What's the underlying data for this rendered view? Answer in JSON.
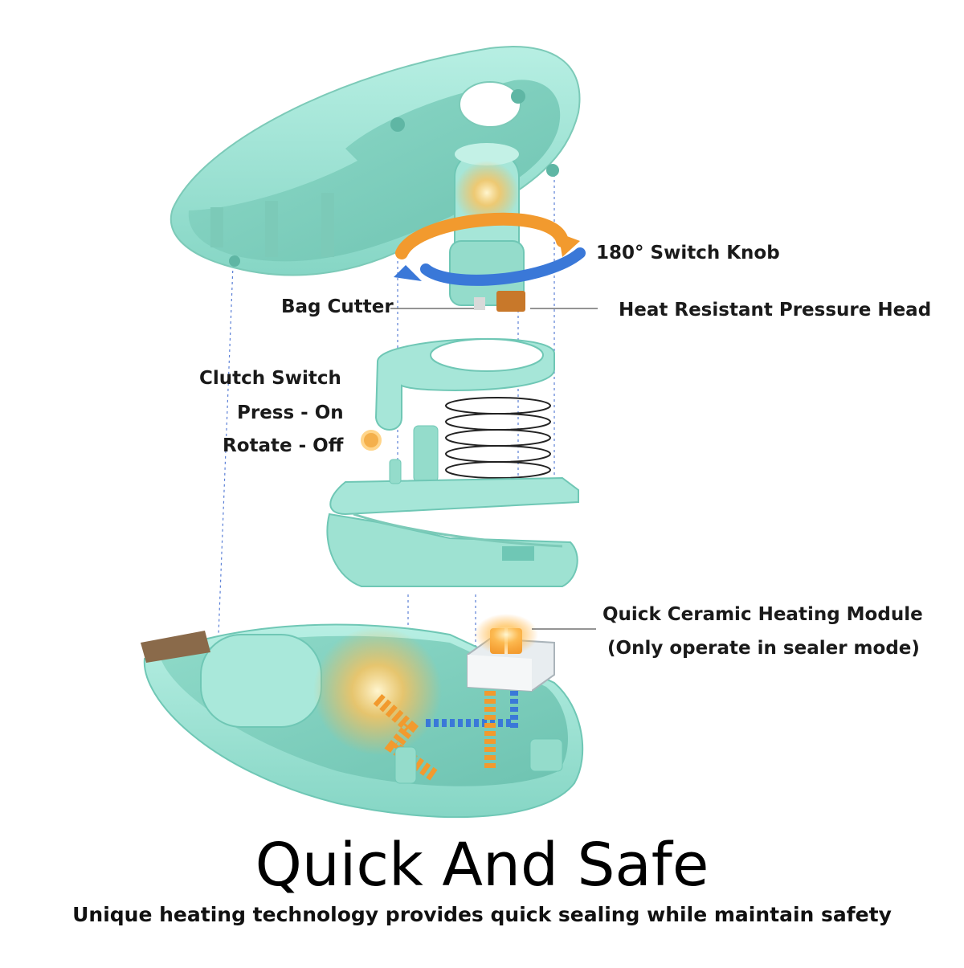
{
  "callouts": {
    "switch_knob": "180° Switch Knob",
    "bag_cutter": "Bag Cutter",
    "pressure_head": "Heat Resistant Pressure Head",
    "clutch_title": "Clutch Switch",
    "clutch_on": "Press - On",
    "clutch_off": "Rotate - Off",
    "heating_module": "Quick Ceramic Heating Module",
    "heating_note": "(Only operate in sealer mode)"
  },
  "headline": "Quick And Safe",
  "tagline": "Unique heating technology provides quick sealing while maintain safety",
  "colors": {
    "body": "#9fe3d4",
    "body_dark": "#6fc7b5",
    "heat_orange": "#f29a2e",
    "heat_blue": "#3a78d8",
    "leader": "#555555"
  }
}
